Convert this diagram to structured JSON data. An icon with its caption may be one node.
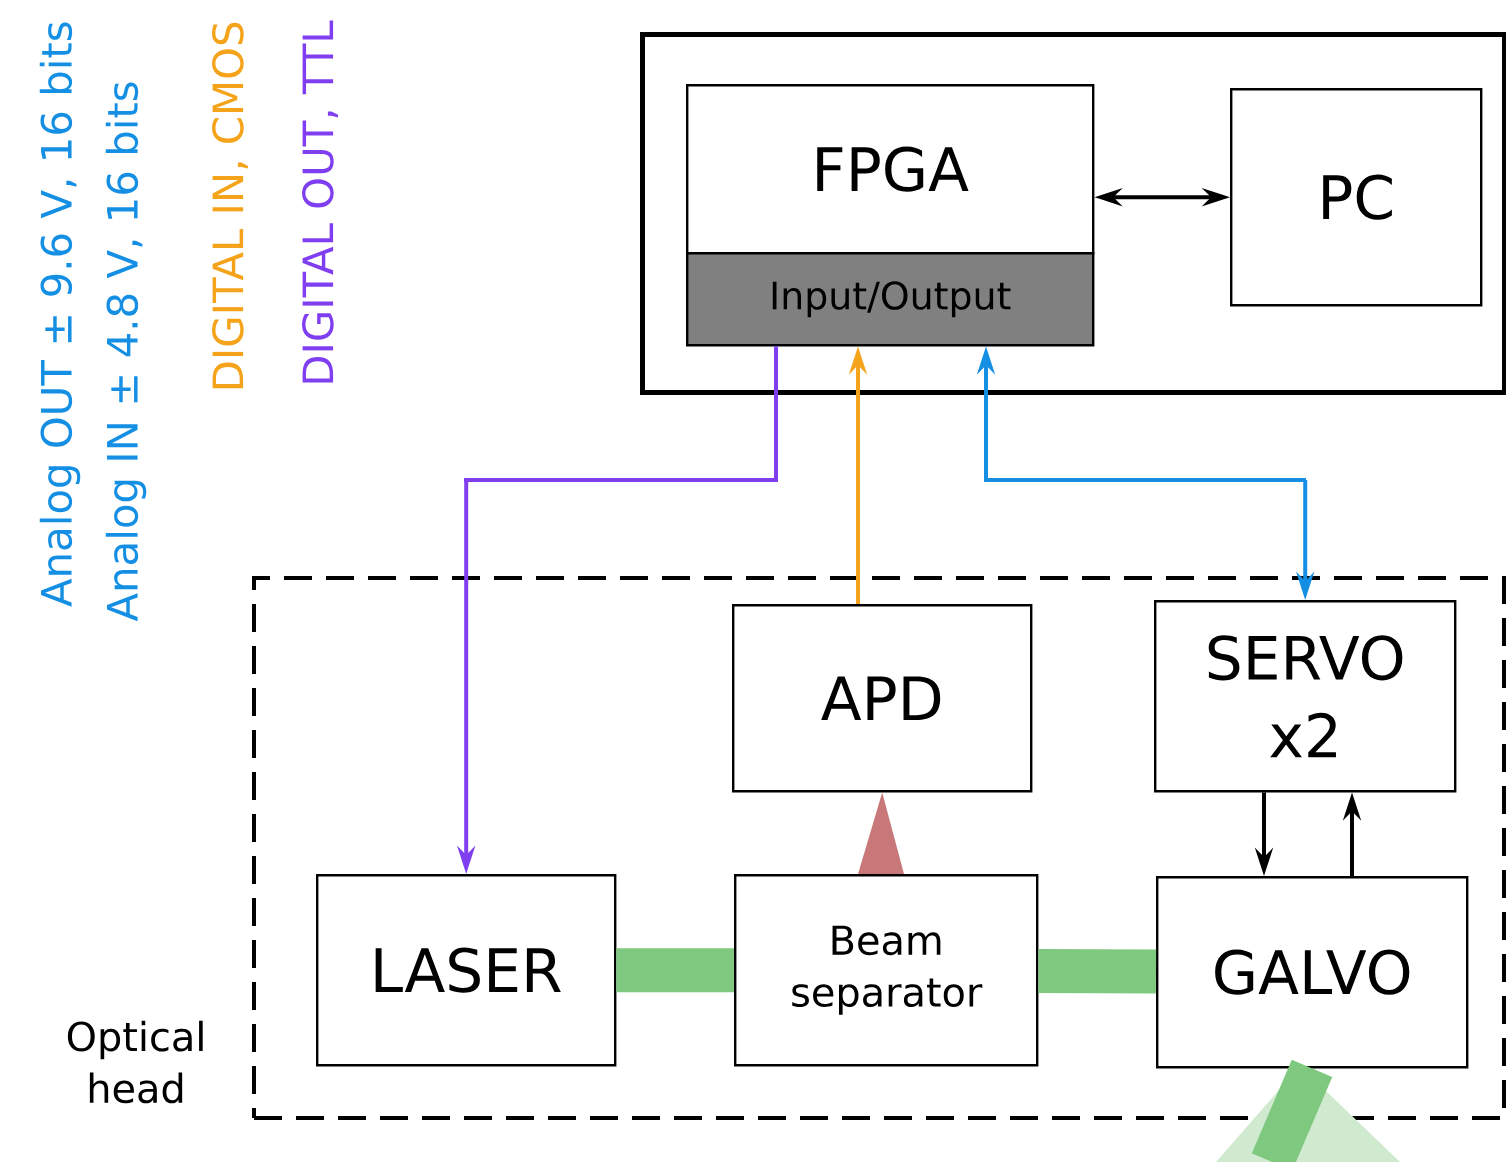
{
  "diagram": {
    "nodes": [
      {
        "text": [],
        "shape": "box"
      },
      {
        "text": [
          "FPGA"
        ],
        "in": 0
      },
      {
        "text": [
          "Input/Output"
        ],
        "in": 0
      },
      {
        "text": [
          "PC"
        ],
        "in": 0
      },
      {
        "text": [
          "Optical head"
        ]
      },
      {
        "text": [
          "APD"
        ],
        "in": 4
      },
      {
        "text": [
          "SERVO x2"
        ],
        "in": 4
      },
      {
        "text": [
          "LASER"
        ],
        "in": 4
      },
      {
        "text": [
          "Beam separator"
        ],
        "in": 4
      },
      {
        "text": [
          "GALVO"
        ],
        "in": 4
      }
    ],
    "edges": [
      {
        "from": 1,
        "to": 3,
        "arrow": "both"
      },
      {
        "from": 2,
        "to": 7,
        "arrow": "to",
        "color": "#7f3ff0"
      },
      {
        "from": 5,
        "to": 2,
        "arrow": "to",
        "color": "#f5a31a"
      },
      {
        "from": 2,
        "to": 6,
        "arrow": "both",
        "color": "#148fe3"
      },
      {
        "from": 6,
        "to": 9,
        "arrow": "to"
      },
      {
        "from": 9,
        "to": 6,
        "arrow": "to"
      },
      {
        "from": 7,
        "to": 8,
        "arrow": "none",
        "style": "thick",
        "color": "#7fc87f"
      },
      {
        "from": 8,
        "to": 9,
        "arrow": "none",
        "style": "thick",
        "color": "#7fc87f"
      },
      {
        "from": 8,
        "to": 5,
        "arrow": "to",
        "style": "thick",
        "color": "#c87878"
      },
      {
        "from": 9,
        "to": null,
        "arrow": "none",
        "style": "thick",
        "color": "#7fc87f"
      }
    ],
    "labels": [
      "Analog OUT ± 9.6 V, 16 bits",
      "Analog IN ± 4.8 V, 16 bits",
      "DIGITAL IN, CMOS",
      "DIGITAL OUT, TTL"
    ]
  }
}
